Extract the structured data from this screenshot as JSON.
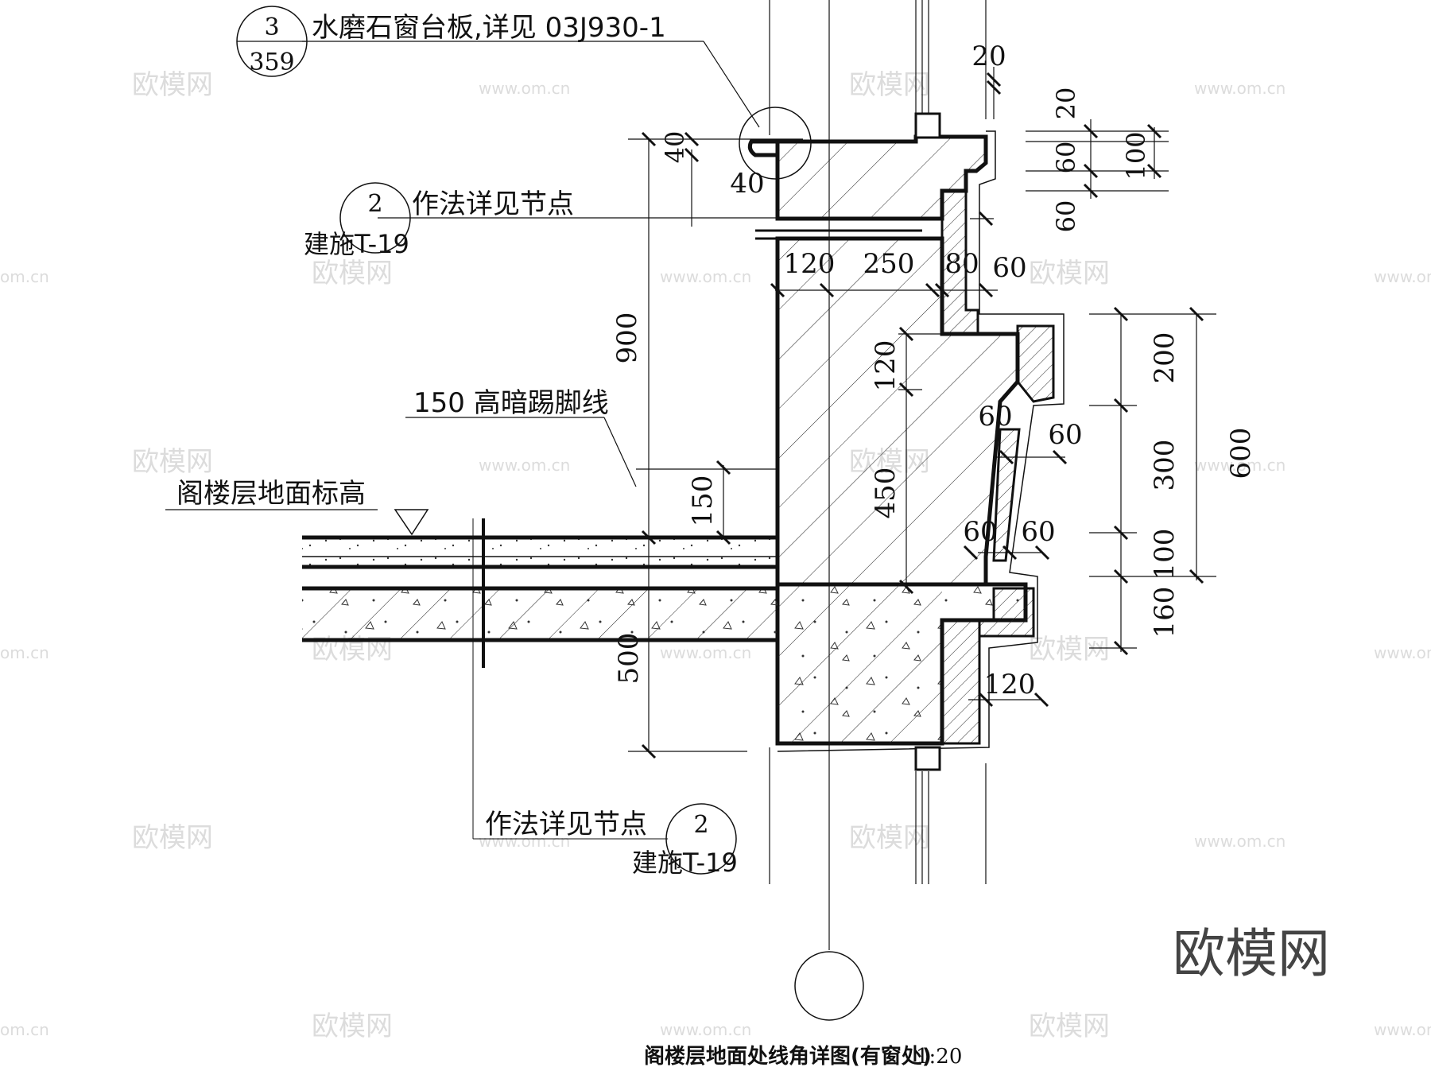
{
  "title": "阁楼层地面处线角详图(有窗处)",
  "scale": "1:20",
  "callouts": {
    "sill": {
      "num": "3",
      "sheet": "359",
      "text": "水磨石窗台板,详见 03J930-1"
    },
    "top_node": {
      "num": "2",
      "sheet": "建施T-19",
      "text": "作法详见节点"
    },
    "bottom_node": {
      "num": "2",
      "sheet": "建施T-19",
      "text": "作法详见节点"
    },
    "skirting": {
      "text": "150 高暗踢脚线"
    },
    "floor_level": {
      "text": "阁楼层地面标高"
    }
  },
  "dimensions": {
    "d20_top": "20",
    "d40_a": "40",
    "d40_b": "40",
    "d120_a": "120",
    "d250": "250",
    "d80": "80",
    "d60_a": "60",
    "d900": "900",
    "d120_b": "120",
    "d450": "450",
    "d150": "150",
    "d60_b": "60",
    "d60_c": "60",
    "d60_d": "60",
    "d60_e": "60",
    "d500": "500",
    "d120_c": "120",
    "r20": "20",
    "r60_a": "60",
    "r100": "100",
    "r60_b": "60",
    "r200": "200",
    "r300": "300",
    "r100_b": "100",
    "r160": "160",
    "r600": "600"
  },
  "watermarks": {
    "brand": "欧模网",
    "url": "www.om.cn",
    "short": "om.cn"
  },
  "colors": {
    "line": "#111111",
    "watermark": "#dcdcdc",
    "background": "#ffffff"
  }
}
